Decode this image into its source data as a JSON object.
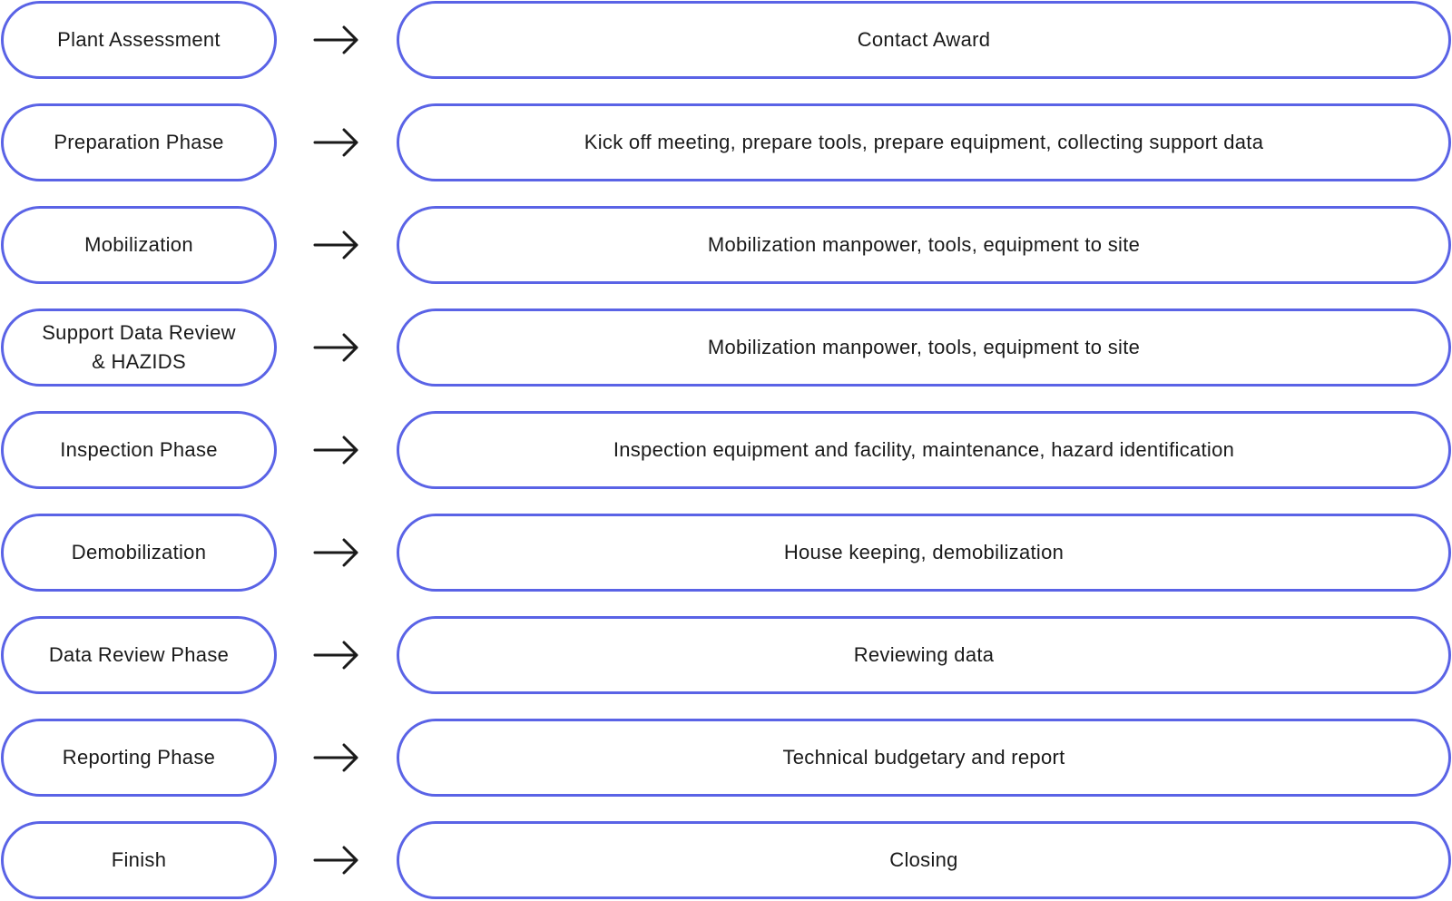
{
  "steps": [
    {
      "phase": "Plant Assessment",
      "description": "Contact Award"
    },
    {
      "phase": "Preparation Phase",
      "description": "Kick off meeting, prepare tools, prepare equipment, collecting support data"
    },
    {
      "phase": "Mobilization",
      "description": "Mobilization manpower, tools, equipment to site"
    },
    {
      "phase": "Support Data Review\n& HAZIDS",
      "description": "Mobilization manpower, tools, equipment to site"
    },
    {
      "phase": "Inspection Phase",
      "description": "Inspection equipment and facility, maintenance, hazard identification"
    },
    {
      "phase": "Demobilization",
      "description": "House keeping, demobilization"
    },
    {
      "phase": "Data Review Phase",
      "description": "Reviewing data"
    },
    {
      "phase": "Reporting Phase",
      "description": "Technical budgetary and report"
    },
    {
      "phase": "Finish",
      "description": "Closing"
    }
  ],
  "colors": {
    "border": "#5a63e6",
    "arrow": "#1a1a1a",
    "text": "#1a1a1a"
  },
  "icons": {
    "connector": "arrow-right-icon"
  }
}
